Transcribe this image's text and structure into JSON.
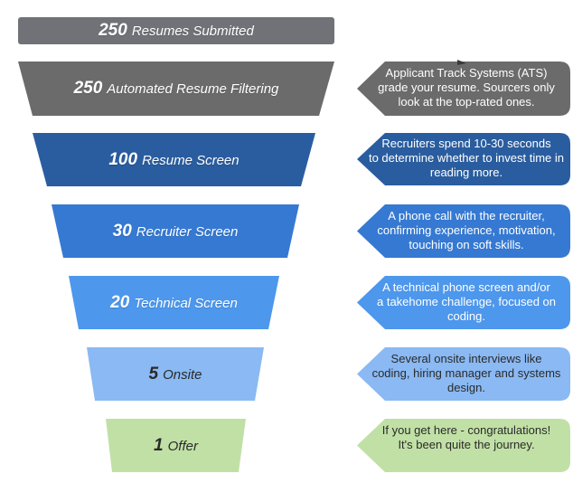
{
  "stages": [
    {
      "count": "250",
      "label": "Resumes Submitted",
      "color": "#707278",
      "text_color": "#ffffff"
    },
    {
      "count": "250",
      "label": "Automated Resume Filtering",
      "color": "#6b6b6b",
      "text_color": "#ffffff"
    },
    {
      "count": "100",
      "label": "Resume Screen",
      "color": "#2a5d9f",
      "text_color": "#ffffff"
    },
    {
      "count": "30",
      "label": "Recruiter Screen",
      "color": "#3579d2",
      "text_color": "#ffffff"
    },
    {
      "count": "20",
      "label": "Technical Screen",
      "color": "#4d97ec",
      "text_color": "#ffffff"
    },
    {
      "count": "5",
      "label": "Onsite",
      "color": "#8ab9f3",
      "text_color": "#2a2a2a"
    },
    {
      "count": "1",
      "label": "Offer",
      "color": "#c1e0a6",
      "text_color": "#2a2a2a"
    }
  ],
  "callouts": [
    {
      "stage": 1,
      "text": "Applicant Track Systems (ATS)\ngrade your resume. Sourcers only\nlook at the top-rated ones.",
      "color": "#6b6b6b",
      "text_color": "#ffffff"
    },
    {
      "stage": 2,
      "text": "Recruiters spend 10-30 seconds\nto determine whether to invest time in\nreading more.",
      "color": "#2a5d9f",
      "text_color": "#ffffff"
    },
    {
      "stage": 3,
      "text": "A phone call with the recruiter,\nconfirming experience, motivation,\ntouching on soft skills.",
      "color": "#3579d2",
      "text_color": "#ffffff"
    },
    {
      "stage": 4,
      "text": "A technical phone screen and/or\na takehome challenge, focused on\ncoding.",
      "color": "#4d97ec",
      "text_color": "#ffffff"
    },
    {
      "stage": 5,
      "text": "Several onsite interviews like\ncoding, hiring manager and systems\ndesign.",
      "color": "#8ab9f3",
      "text_color": "#2a2a2a"
    },
    {
      "stage": 6,
      "text": "If you get here - congratulations!\nIt's been quite the journey.",
      "color": "#c1e0a6",
      "text_color": "#2a2a2a"
    }
  ]
}
